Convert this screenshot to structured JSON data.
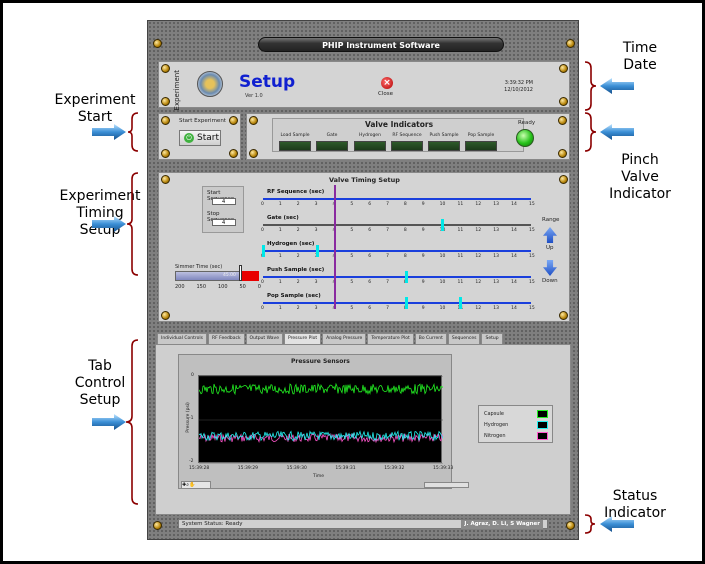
{
  "app": {
    "title": "PHIP Instrument Software"
  },
  "header": {
    "side_label": "Experiment",
    "title": "Setup",
    "version": "Ver 1.0",
    "close_label": "Close",
    "time": "3:39:32 PM",
    "date": "12/10/2012"
  },
  "start": {
    "label": "Start Experiment",
    "button": "Start"
  },
  "valves": {
    "title": "Valve Indicators",
    "items": [
      "Load Sample",
      "Gate",
      "Hydrogen",
      "RF Sequence",
      "Push Sample",
      "Pop Sample"
    ],
    "ready_label": "Ready"
  },
  "timing": {
    "title": "Valve Timing Setup",
    "start_seq_label": "Start Sequence",
    "start_seq_value": "4",
    "stop_seq_label": "Stop Sequence",
    "stop_seq_value": "4",
    "simmer_label": "Simmer Time (sec)",
    "simmer_value": "45.00",
    "simmer_scale": [
      "200",
      "150",
      "100",
      "50",
      "0"
    ],
    "tracks": [
      {
        "label": "RF Sequence (sec)",
        "markers": []
      },
      {
        "label": "Gate (sec)",
        "markers": [
          10
        ]
      },
      {
        "label": "Hydrogen (sec)",
        "markers": [
          0,
          3
        ]
      },
      {
        "label": "Push Sample (sec)",
        "markers": [
          8
        ]
      },
      {
        "label": "Pop Sample (sec)",
        "markers": [
          8,
          11
        ]
      }
    ],
    "axis": {
      "min": 0,
      "max": 15,
      "ticks": [
        "0",
        "1",
        "2",
        "3",
        "4",
        "5",
        "6",
        "7",
        "8",
        "9",
        "10",
        "11",
        "12",
        "13",
        "14",
        "15"
      ]
    },
    "cursor": 4,
    "range_label": "Range",
    "up_label": "Up",
    "down_label": "Down"
  },
  "tabs": [
    "Individual Controls",
    "RF Feedback",
    "Output Wave",
    "Pressure Plot",
    "Analog Pressure",
    "Temperature Plot",
    "Bo Current",
    "Sequences",
    "Setup"
  ],
  "chart": {
    "title": "Pressure Sensors",
    "ylabel": "Pressure (psi)",
    "xlabel": "Time",
    "yticks": [
      "0",
      "-1",
      "-2"
    ],
    "xticks": [
      "15:39:28",
      "15:39:29",
      "15:39:30",
      "15:39:31",
      "15:39:32",
      "15:39:33"
    ],
    "legend": [
      "Capsule",
      "Hydrogen",
      "Nitrogen"
    ]
  },
  "status": {
    "text": "System Status: Ready",
    "authors": "J. Agraz, D. Li, S Wagner"
  },
  "annotations": {
    "time_date": [
      "Time",
      "Date"
    ],
    "exp_start": [
      "Experiment",
      "Start"
    ],
    "pinch": [
      "Pinch",
      "Valve",
      "Indicator"
    ],
    "timing_setup": [
      "Experiment",
      "Timing",
      "Setup"
    ],
    "tab_control": [
      "Tab",
      "Control",
      "Setup"
    ],
    "status_ind": [
      "Status",
      "Indicator"
    ]
  },
  "colors": {
    "setup_title": "#1020d0",
    "track": "#1a3fdc",
    "marker": "#00e8e8",
    "cursor": "#8a2aa0",
    "series_capsule": "#22ee22",
    "series_hydrogen": "#22f0f0",
    "series_nitrogen": "#ff55cc"
  }
}
